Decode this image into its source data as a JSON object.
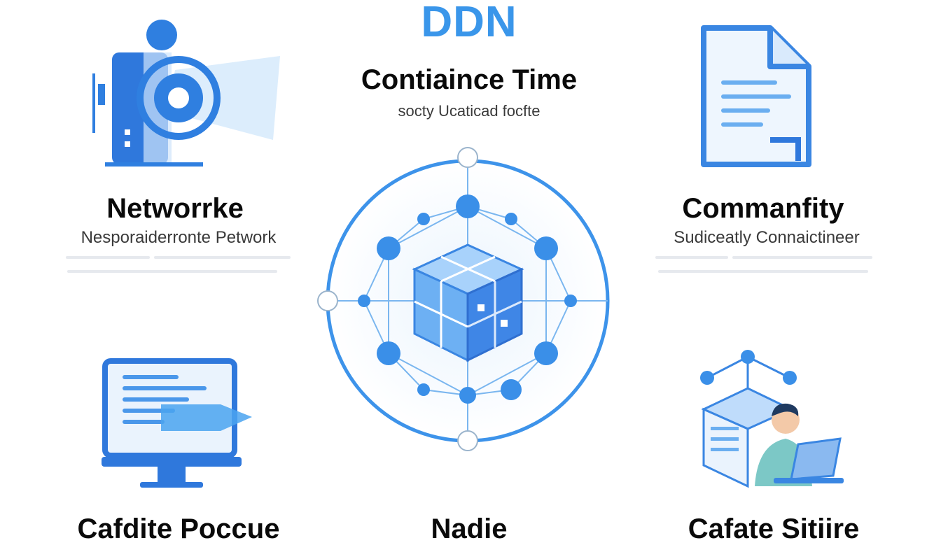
{
  "header": {
    "brand": "DDN",
    "title": "Contiaince Time",
    "subtitle": "socty Ucaticad focfte"
  },
  "left_top": {
    "title": "Networrke",
    "subtitle": "Nesporaiderronte Petwork"
  },
  "right_top": {
    "title": "Commanfity",
    "subtitle": "Sudiceatly Connaictineer"
  },
  "bottom_left": {
    "title": "Cafdite Poccue"
  },
  "bottom_center": {
    "title": "Nadie"
  },
  "bottom_right": {
    "title": "Cafate Sitiire"
  },
  "colors": {
    "primary": "#2f7fe0",
    "light": "#cfe4fb",
    "accent": "#4aa3f0"
  }
}
